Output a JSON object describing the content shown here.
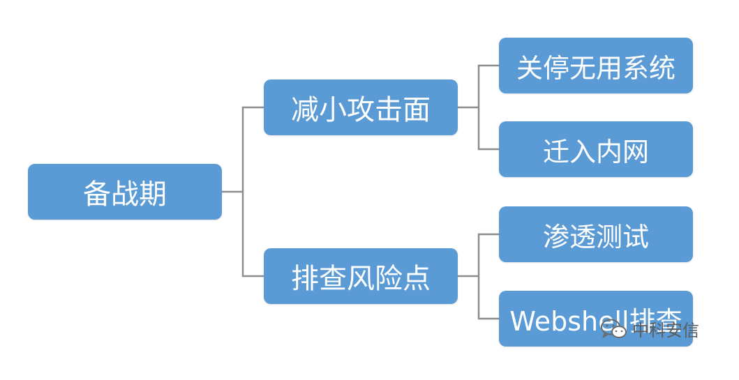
{
  "colors": {
    "node_fill": "#5b9bd5",
    "node_text": "#ffffff",
    "connector": "#8c8c8c",
    "background": "#ffffff"
  },
  "root": {
    "label": "备战期"
  },
  "branches": [
    {
      "label": "减小攻击面",
      "children": [
        {
          "label": "关停无用系统"
        },
        {
          "label": "迁入内网"
        }
      ]
    },
    {
      "label": "排查风险点",
      "children": [
        {
          "label": "渗透测试"
        },
        {
          "label": "Webshell排查"
        }
      ]
    }
  ],
  "watermark": {
    "icon": "wechat-icon",
    "text": "中科安信"
  }
}
